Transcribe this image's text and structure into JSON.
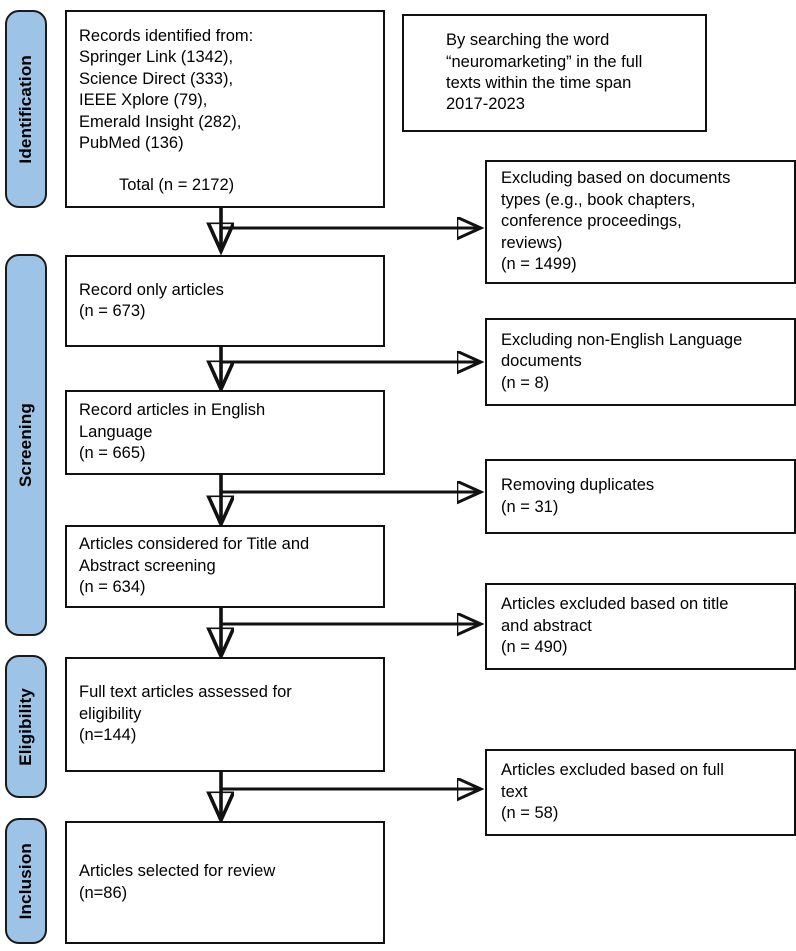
{
  "meta": {
    "title": "PRISMA flow diagram of study selection",
    "accent_blue": "#9DC3E6",
    "line_color": "#111111",
    "background": "#FFFFFF"
  },
  "stages": [
    {
      "id": "identification",
      "label": "Identification"
    },
    {
      "id": "screening",
      "label": "Screening"
    },
    {
      "id": "eligibility",
      "label": "Eligibility"
    },
    {
      "id": "inclusion",
      "label": "Inclusion"
    }
  ],
  "main_boxes": [
    {
      "id": "records-identified",
      "text": "Records identified from:\nSpringer Link (1342),\nScience Direct (333),\nIEEE Xplore (79),\nEmerald Insight (282),\nPubMed (136)",
      "total": "Total (n = 2172)"
    },
    {
      "id": "record-only-articles",
      "text": "Record only articles\n(n = 673)"
    },
    {
      "id": "record-articles-english",
      "text": "Record articles in English\nLanguage\n(n = 665)"
    },
    {
      "id": "articles-title-abstract",
      "text": "Articles considered for Title and\nAbstract screening\n(n = 634)"
    },
    {
      "id": "full-text-assessed",
      "text": "Full text articles assessed for\neligibility\n(n=144)"
    },
    {
      "id": "articles-selected",
      "text": "Articles selected for review\n(n=86)"
    }
  ],
  "side_boxes": [
    {
      "id": "search-note",
      "text": "By searching the word\n“neuromarketing” in the full\ntexts within the time span\n2017-2023"
    },
    {
      "id": "excluded-document-types",
      "text": "Excluding based on documents\ntypes (e.g., book chapters,\nconference proceedings,\nreviews)\n(n = 1499)"
    },
    {
      "id": "excluded-non-english",
      "text": "Excluding non-English Language\ndocuments\n(n = 8)"
    },
    {
      "id": "removed-duplicates",
      "text": "Removing duplicates\n(n = 31)"
    },
    {
      "id": "excluded-title-abstract",
      "text": "Articles excluded based on title\nand abstract\n(n = 490)"
    },
    {
      "id": "excluded-full-text",
      "text": "Articles excluded based on full\ntext\n(n = 58)"
    }
  ],
  "chart_data": {
    "type": "diagram",
    "diagram_kind": "prisma-flow",
    "title": "PRISMA flow diagram",
    "stages": [
      "Identification",
      "Screening",
      "Eligibility",
      "Inclusion"
    ],
    "sources": [
      {
        "name": "Springer Link",
        "n": 1342
      },
      {
        "name": "Science Direct",
        "n": 333
      },
      {
        "name": "IEEE Xplore",
        "n": 79
      },
      {
        "name": "Emerald Insight",
        "n": 282
      },
      {
        "name": "PubMed",
        "n": 136
      }
    ],
    "flow": [
      {
        "step": "Records identified (Total)",
        "n": 2172
      },
      {
        "step": "Record only articles",
        "n": 673
      },
      {
        "step": "Record articles in English Language",
        "n": 665
      },
      {
        "step": "Articles considered for Title and Abstract screening",
        "n": 634
      },
      {
        "step": "Full text articles assessed for eligibility",
        "n": 144
      },
      {
        "step": "Articles selected for review",
        "n": 86
      }
    ],
    "exclusions": [
      {
        "reason": "Excluding based on documents types (e.g., book chapters, conference proceedings, reviews)",
        "n": 1499
      },
      {
        "reason": "Excluding non-English Language documents",
        "n": 8
      },
      {
        "reason": "Removing duplicates",
        "n": 31
      },
      {
        "reason": "Articles excluded based on title and abstract",
        "n": 490
      },
      {
        "reason": "Articles excluded based on full text",
        "n": 58
      }
    ],
    "search_note": "By searching the word “neuromarketing” in the full texts within the time span 2017-2023",
    "time_span": "2017-2023",
    "search_term": "neuromarketing"
  }
}
